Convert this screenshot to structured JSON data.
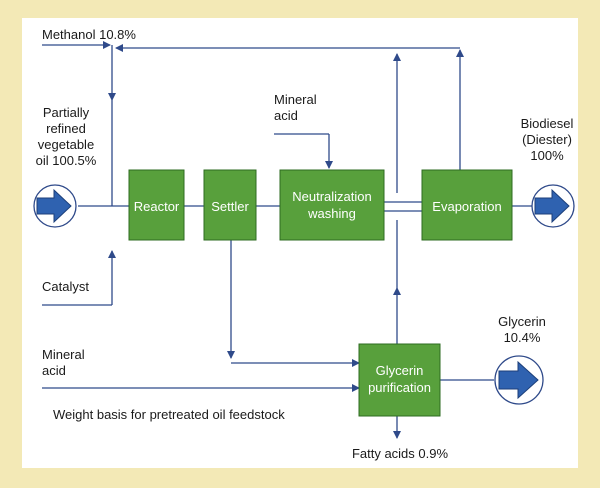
{
  "nodes": {
    "reactor": "Reactor",
    "settler": "Settler",
    "neutralization": [
      "Neutralization",
      "washing"
    ],
    "evaporation": "Evaporation",
    "glycerin_purification": [
      "Glycerin",
      "purification"
    ]
  },
  "inputs": {
    "methanol": "Methanol 10.8%",
    "oil": [
      "Partially",
      "refined",
      "vegetable",
      "oil 100.5%"
    ],
    "catalyst": "Catalyst",
    "mineral_acid_top": [
      "Mineral",
      "acid"
    ],
    "mineral_acid_bottom": [
      "Mineral",
      "acid"
    ]
  },
  "outputs": {
    "biodiesel": [
      "Biodiesel",
      "(Diester)",
      "100%"
    ],
    "glycerin": [
      "Glycerin",
      "10.4%"
    ],
    "fatty_acids": "Fatty acids 0.9%"
  },
  "footnote": "Weight basis for pretreated oil feedstock",
  "colors": {
    "box_fill": "#58a03c",
    "box_stroke": "#2e6b20",
    "line": "#2f4a8a",
    "big_arrow_fill": "#2f62b0",
    "background": "#f3e9b6"
  },
  "icons": [
    "big-input-arrow-icon",
    "big-output-arrow-icon"
  ]
}
